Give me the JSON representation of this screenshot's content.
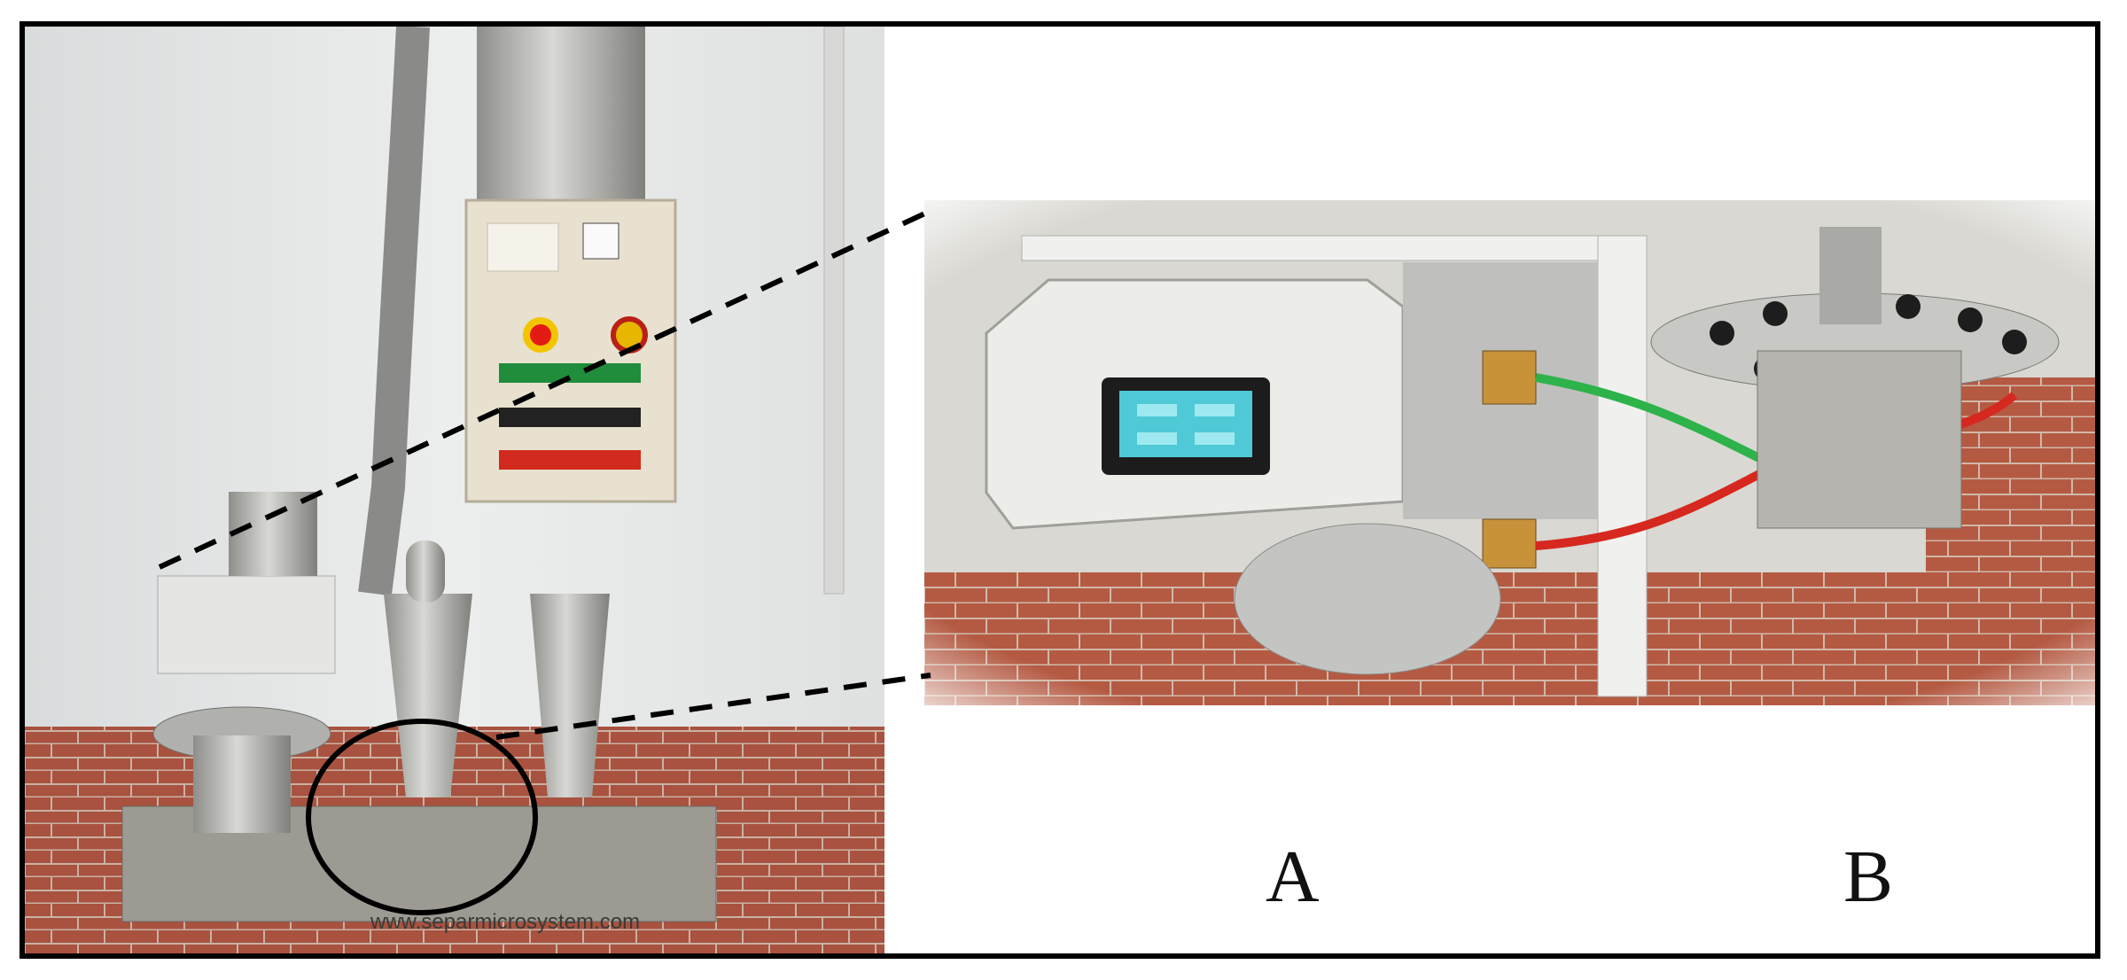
{
  "figure": {
    "label_a": "A",
    "label_b": "B",
    "website_text": "www.separmicrosystem.com"
  },
  "colors": {
    "frame": "#000000",
    "wall": "#e6e9ea",
    "floor_tile": "#a8523f",
    "steel": "#b8b8b4",
    "panel": "#e8e1cf",
    "hose_green": "#2db34a",
    "hose_red": "#d6281f"
  }
}
